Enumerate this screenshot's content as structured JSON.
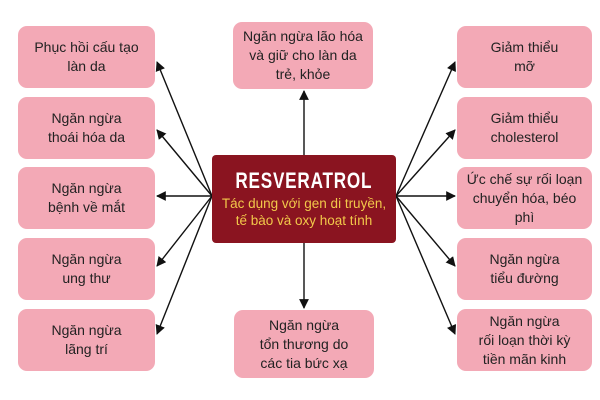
{
  "center": {
    "title": "RESVERATROL",
    "subtitle": "Tác dụng với gen di truyền,\ntế bào và oxy hoạt tính"
  },
  "left": [
    "Phục hồi cấu tạo\nlàn da",
    "Ngăn ngừa\nthoái hóa da",
    "Ngăn ngừa\nbệnh về mắt",
    "Ngăn ngừa\nung thư",
    "Ngăn ngừa\nlãng trí"
  ],
  "top": "Ngăn ngừa lão hóa\nvà giữ cho làn da\ntrẻ, khỏe",
  "bottom": "Ngăn ngừa\ntổn thương do\ncác tia bức xạ",
  "right": [
    "Giảm thiểu\nmỡ",
    "Giảm thiểu\ncholesterol",
    "Ức chế sự rối loạn\nchuyển hóa, béo phì",
    "Ngăn ngừa\ntiểu đường",
    "Ngăn ngừa\nrối loạn thời kỳ\ntiền mãn kinh"
  ],
  "colors": {
    "box_fill": "#f3a9b6",
    "center_fill": "#8a1420",
    "center_title": "#ffffff",
    "center_subtitle": "#f2c84a",
    "arrow": "#111111"
  }
}
